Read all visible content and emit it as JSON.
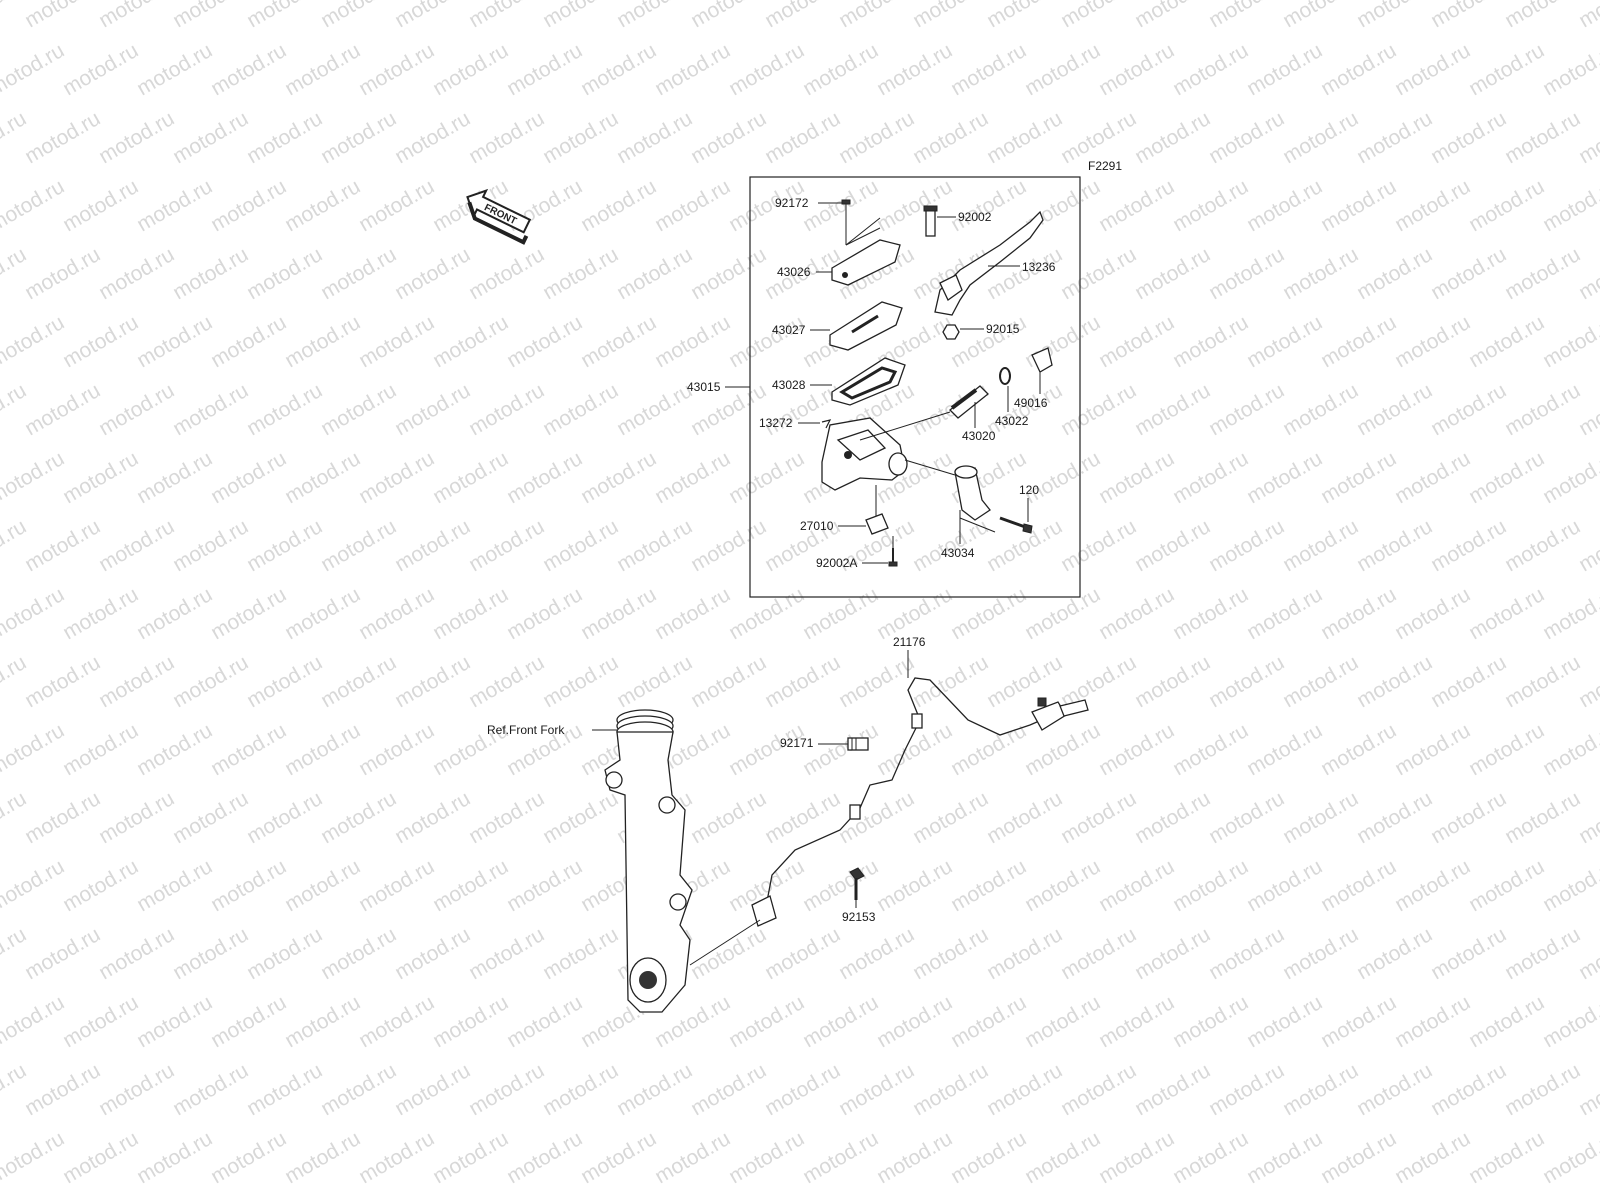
{
  "watermark": "motod.ru",
  "figure_code": "F2291",
  "front_arrow_label": "FRONT",
  "parts": {
    "p92172": "92172",
    "p92002": "92002",
    "p43026": "43026",
    "p13236": "13236",
    "p43027": "43027",
    "p92015": "92015",
    "p43028": "43028",
    "p49016": "49016",
    "p43015": "43015",
    "p43022": "43022",
    "p13272": "13272",
    "p43020": "43020",
    "p120": "120",
    "p27010": "27010",
    "p43034": "43034",
    "p92002A": "92002A",
    "p21176": "21176",
    "ref_front_fork": "Ref.Front Fork",
    "p92171": "92171",
    "p92153": "92153"
  }
}
